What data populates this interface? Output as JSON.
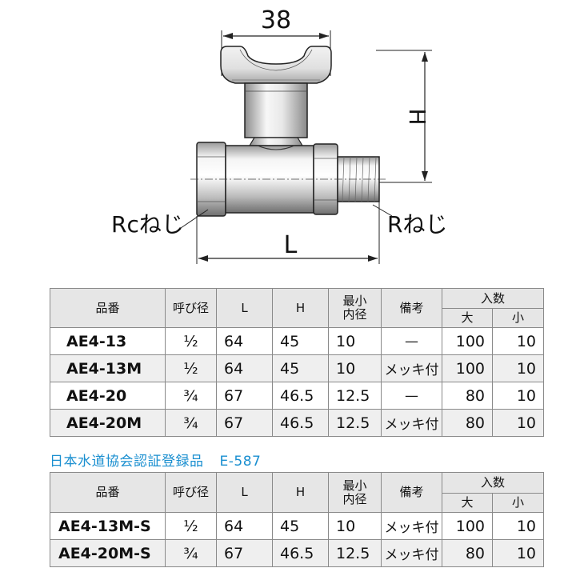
{
  "drawing": {
    "width_dim": "38",
    "height_dim": "H",
    "length_dim": "L",
    "left_thread": "Rcねじ",
    "right_thread": "Rねじ"
  },
  "table_headers": {
    "code": "品番",
    "nominal": "呼び径",
    "L": "L",
    "H": "H",
    "min_bore_1": "最小",
    "min_bore_2": "内径",
    "note": "備考",
    "qty": "入数",
    "qty_large": "大",
    "qty_small": "小"
  },
  "table1_rows": [
    {
      "code": "AE4-13",
      "nominal": "½",
      "L": "64",
      "H": "45",
      "bore": "10",
      "note": "—",
      "large": "100",
      "small": "10"
    },
    {
      "code": "AE4-13M",
      "nominal": "½",
      "L": "64",
      "H": "45",
      "bore": "10",
      "note": "メッキ付",
      "large": "100",
      "small": "10"
    },
    {
      "code": "AE4-20",
      "nominal": "¾",
      "L": "67",
      "H": "46.5",
      "bore": "12.5",
      "note": "—",
      "large": "80",
      "small": "10"
    },
    {
      "code": "AE4-20M",
      "nominal": "¾",
      "L": "67",
      "H": "46.5",
      "bore": "12.5",
      "note": "メッキ付",
      "large": "80",
      "small": "10"
    }
  ],
  "certification": {
    "label": "日本水道協会認証登録品",
    "code": "E-587",
    "color": "#1a8fd0"
  },
  "table2_rows": [
    {
      "code": "AE4-13M-S",
      "nominal": "½",
      "L": "64",
      "H": "45",
      "bore": "10",
      "note": "メッキ付",
      "large": "100",
      "small": "10"
    },
    {
      "code": "AE4-20M-S",
      "nominal": "¾",
      "L": "67",
      "H": "46.5",
      "bore": "12.5",
      "note": "メッキ付",
      "large": "80",
      "small": "10"
    }
  ]
}
